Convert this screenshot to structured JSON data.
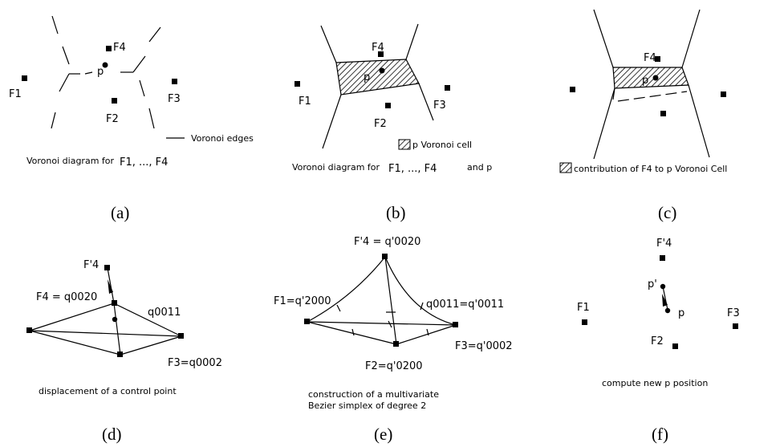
{
  "panels": {
    "a": {
      "caption": "(a)",
      "labels": {
        "f1": "F1",
        "f2": "F2",
        "f3": "F3",
        "f4": "F4",
        "p": "p"
      },
      "legend_edges": "Voronoi edges",
      "desc_prefix": "Voronoi diagram for",
      "desc_set": "F1, ..., F4"
    },
    "b": {
      "caption": "(b)",
      "labels": {
        "f1": "F1",
        "f2": "F2",
        "f3": "F3",
        "f4": "F4",
        "p": "p"
      },
      "legend_cell": "p Voronoi cell",
      "desc_prefix": "Voronoi diagram for",
      "desc_set": "F1, ..., F4",
      "desc_suffix": "and p"
    },
    "c": {
      "caption": "(c)",
      "labels": {
        "f4": "F4",
        "p": "p"
      },
      "legend_contribution": "contribution of F4 to p Voronoi Cell"
    },
    "d": {
      "caption": "(d)",
      "labels": {
        "f4p": "F'4",
        "f4": "F4 = q0020",
        "q0011": "q0011",
        "f3": "F3=q0002"
      },
      "desc": "displacement of a control point"
    },
    "e": {
      "caption": "(e)",
      "labels": {
        "top": "F'4 = q'0020",
        "f1": "F1=q'2000",
        "q0011": "q0011=q'0011",
        "f3": "F3=q'0002",
        "f2": "F2=q'0200"
      },
      "desc_line1": "construction of a multivariate",
      "desc_line2": "Bezier simplex of degree 2"
    },
    "f": {
      "caption": "(f)",
      "labels": {
        "f4p": "F'4",
        "pp": "p'",
        "p": "p",
        "f1": "F1",
        "f3": "F3",
        "f2": "F2"
      },
      "desc": "compute new p position"
    }
  },
  "colors": {
    "ink": "#000000",
    "background": "#ffffff"
  }
}
